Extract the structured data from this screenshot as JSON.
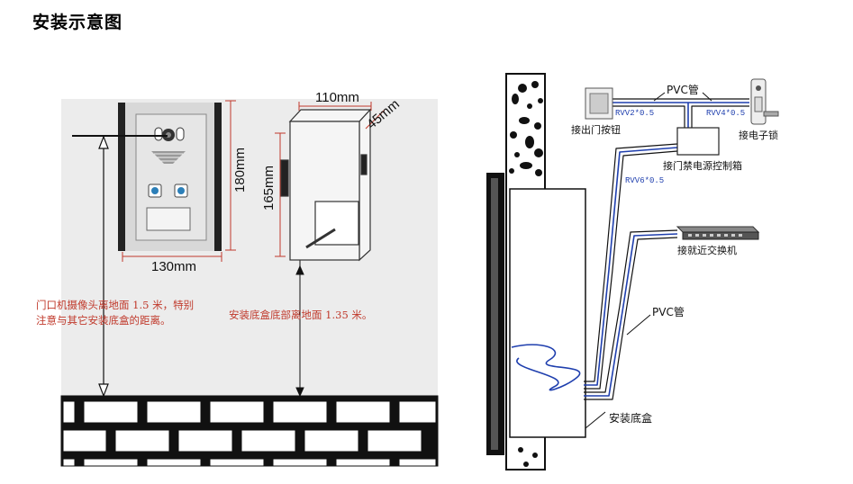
{
  "title": "安装示意图",
  "left_diagram": {
    "dim_width_panel": "130mm",
    "dim_height_panel": "180mm",
    "dim_box_width": "110mm",
    "dim_box_depth": "45mm",
    "dim_box_height": "165mm",
    "note_camera_line1": "门口机摄像头离地面 1.5 米，特别",
    "note_camera_line2": "注意与其它安装底盒的距离。",
    "note_box": "安装底盒底部离地面 1.35 米。"
  },
  "right_diagram": {
    "pvc_top": "PVC管",
    "pvc_mid": "PVC管",
    "exit_button": "接出门按钮",
    "electric_lock": "接电子锁",
    "power_box": "接门禁电源控制箱",
    "switch": "接就近交换机",
    "install_box": "安装底盒",
    "cable_rvv2": "RVV2*0.5",
    "cable_rvv4": "RVV4*0.5",
    "cable_rvv6": "RVV6*0.5"
  },
  "colors": {
    "note_red": "#c0392b",
    "cable_blue": "#1f3fae"
  }
}
